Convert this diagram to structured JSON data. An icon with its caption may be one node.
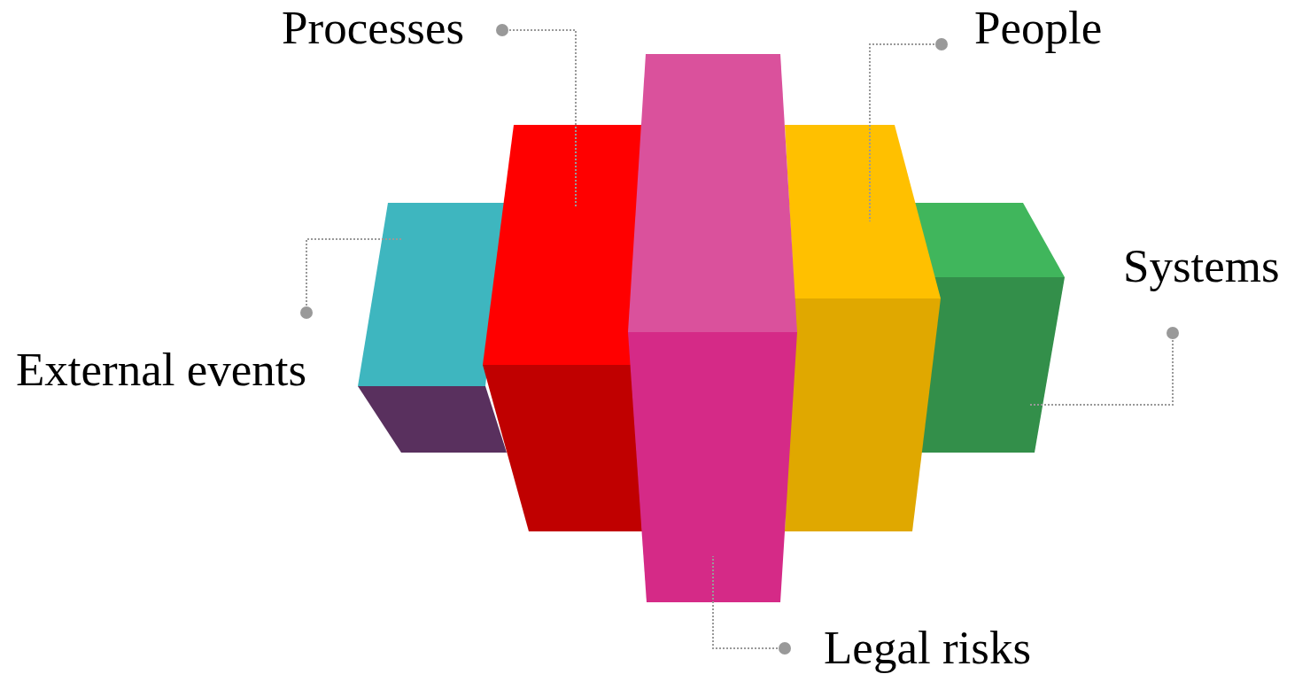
{
  "diagram": {
    "nodes": [
      {
        "text": [
          "Processes"
        ]
      },
      {
        "text": [
          "People"
        ]
      },
      {
        "text": [
          "Systems"
        ]
      },
      {
        "text": [
          "External events"
        ]
      },
      {
        "text": [
          "Legal risks"
        ]
      },
      {
        "text": [],
        "shape": "box"
      },
      {
        "text": [],
        "shape": "box"
      },
      {
        "text": [],
        "shape": "box"
      },
      {
        "text": [],
        "shape": "box"
      },
      {
        "text": [],
        "shape": "box"
      }
    ],
    "edges": [
      {
        "from": 0,
        "to": 6,
        "arrow": "other"
      },
      {
        "from": 1,
        "to": 8,
        "arrow": "other"
      },
      {
        "from": 2,
        "to": 9,
        "arrow": "other"
      },
      {
        "from": 3,
        "to": 5,
        "arrow": "other"
      },
      {
        "from": 4,
        "to": 7,
        "arrow": "other"
      }
    ]
  }
}
